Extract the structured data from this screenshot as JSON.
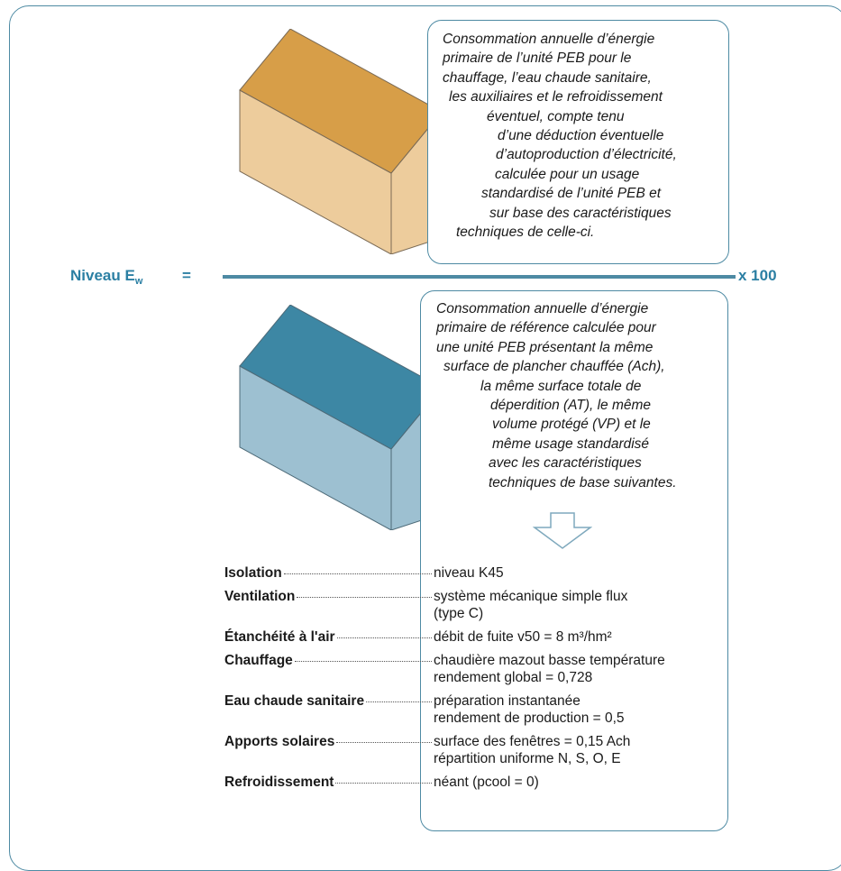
{
  "numerator_text": [
    "Consommation annuelle d’énergie",
    "primaire de l’unité PEB pour le",
    "chauffage, l’eau chaude sanitaire,",
    "les auxiliaires et le refroidissement",
    "éventuel, compte tenu",
    "d’une déduction éventuelle",
    "d’autoproduction d’électricité,",
    "calculée pour un usage",
    "standardisé de l’unité PEB et",
    "sur base des caractéristiques",
    "techniques de celle-ci."
  ],
  "denominator_text": [
    "Consommation annuelle d’énergie",
    "primaire de référence calculée pour",
    "une unité PEB présentant la même",
    "surface de plancher chauffée (Ach),",
    "la même surface totale de",
    "déperdition (AT), le même",
    "volume protégé (VP) et le",
    "même usage standardisé",
    "avec les caractéristiques",
    "techniques de base suivantes."
  ],
  "equation": {
    "label": "Niveau E",
    "label_sub": "w",
    "equals": "=",
    "multiplier": "x 100"
  },
  "specs": [
    {
      "label": "Isolation",
      "lines": [
        "niveau K45"
      ]
    },
    {
      "label": "Ventilation",
      "lines": [
        "système mécanique simple flux",
        "(type C)"
      ]
    },
    {
      "label": "Étanchéité à l'air",
      "lines": [
        "débit de fuite v50 = 8 m³/hm²"
      ]
    },
    {
      "label": "Chauffage",
      "lines": [
        "chaudière mazout basse température",
        "rendement global = 0,728"
      ]
    },
    {
      "label": "Eau chaude sanitaire",
      "lines": [
        "préparation instantanée",
        "rendement de production = 0,5"
      ]
    },
    {
      "label": "Apports solaires",
      "lines": [
        "surface des fenêtres = 0,15 Ach",
        "répartition uniforme N, S, O, E"
      ]
    },
    {
      "label": "Refroidissement",
      "lines": [
        "néant (pcool = 0)"
      ]
    }
  ],
  "colors": {
    "accent": "#2b7fa3",
    "frame": "#4d8aa3",
    "house_orange_roof": "#d79e48",
    "house_orange_wall": "#edcc9c",
    "house_blue_roof": "#3d87a4",
    "house_blue_wall": "#9dc0d1"
  }
}
